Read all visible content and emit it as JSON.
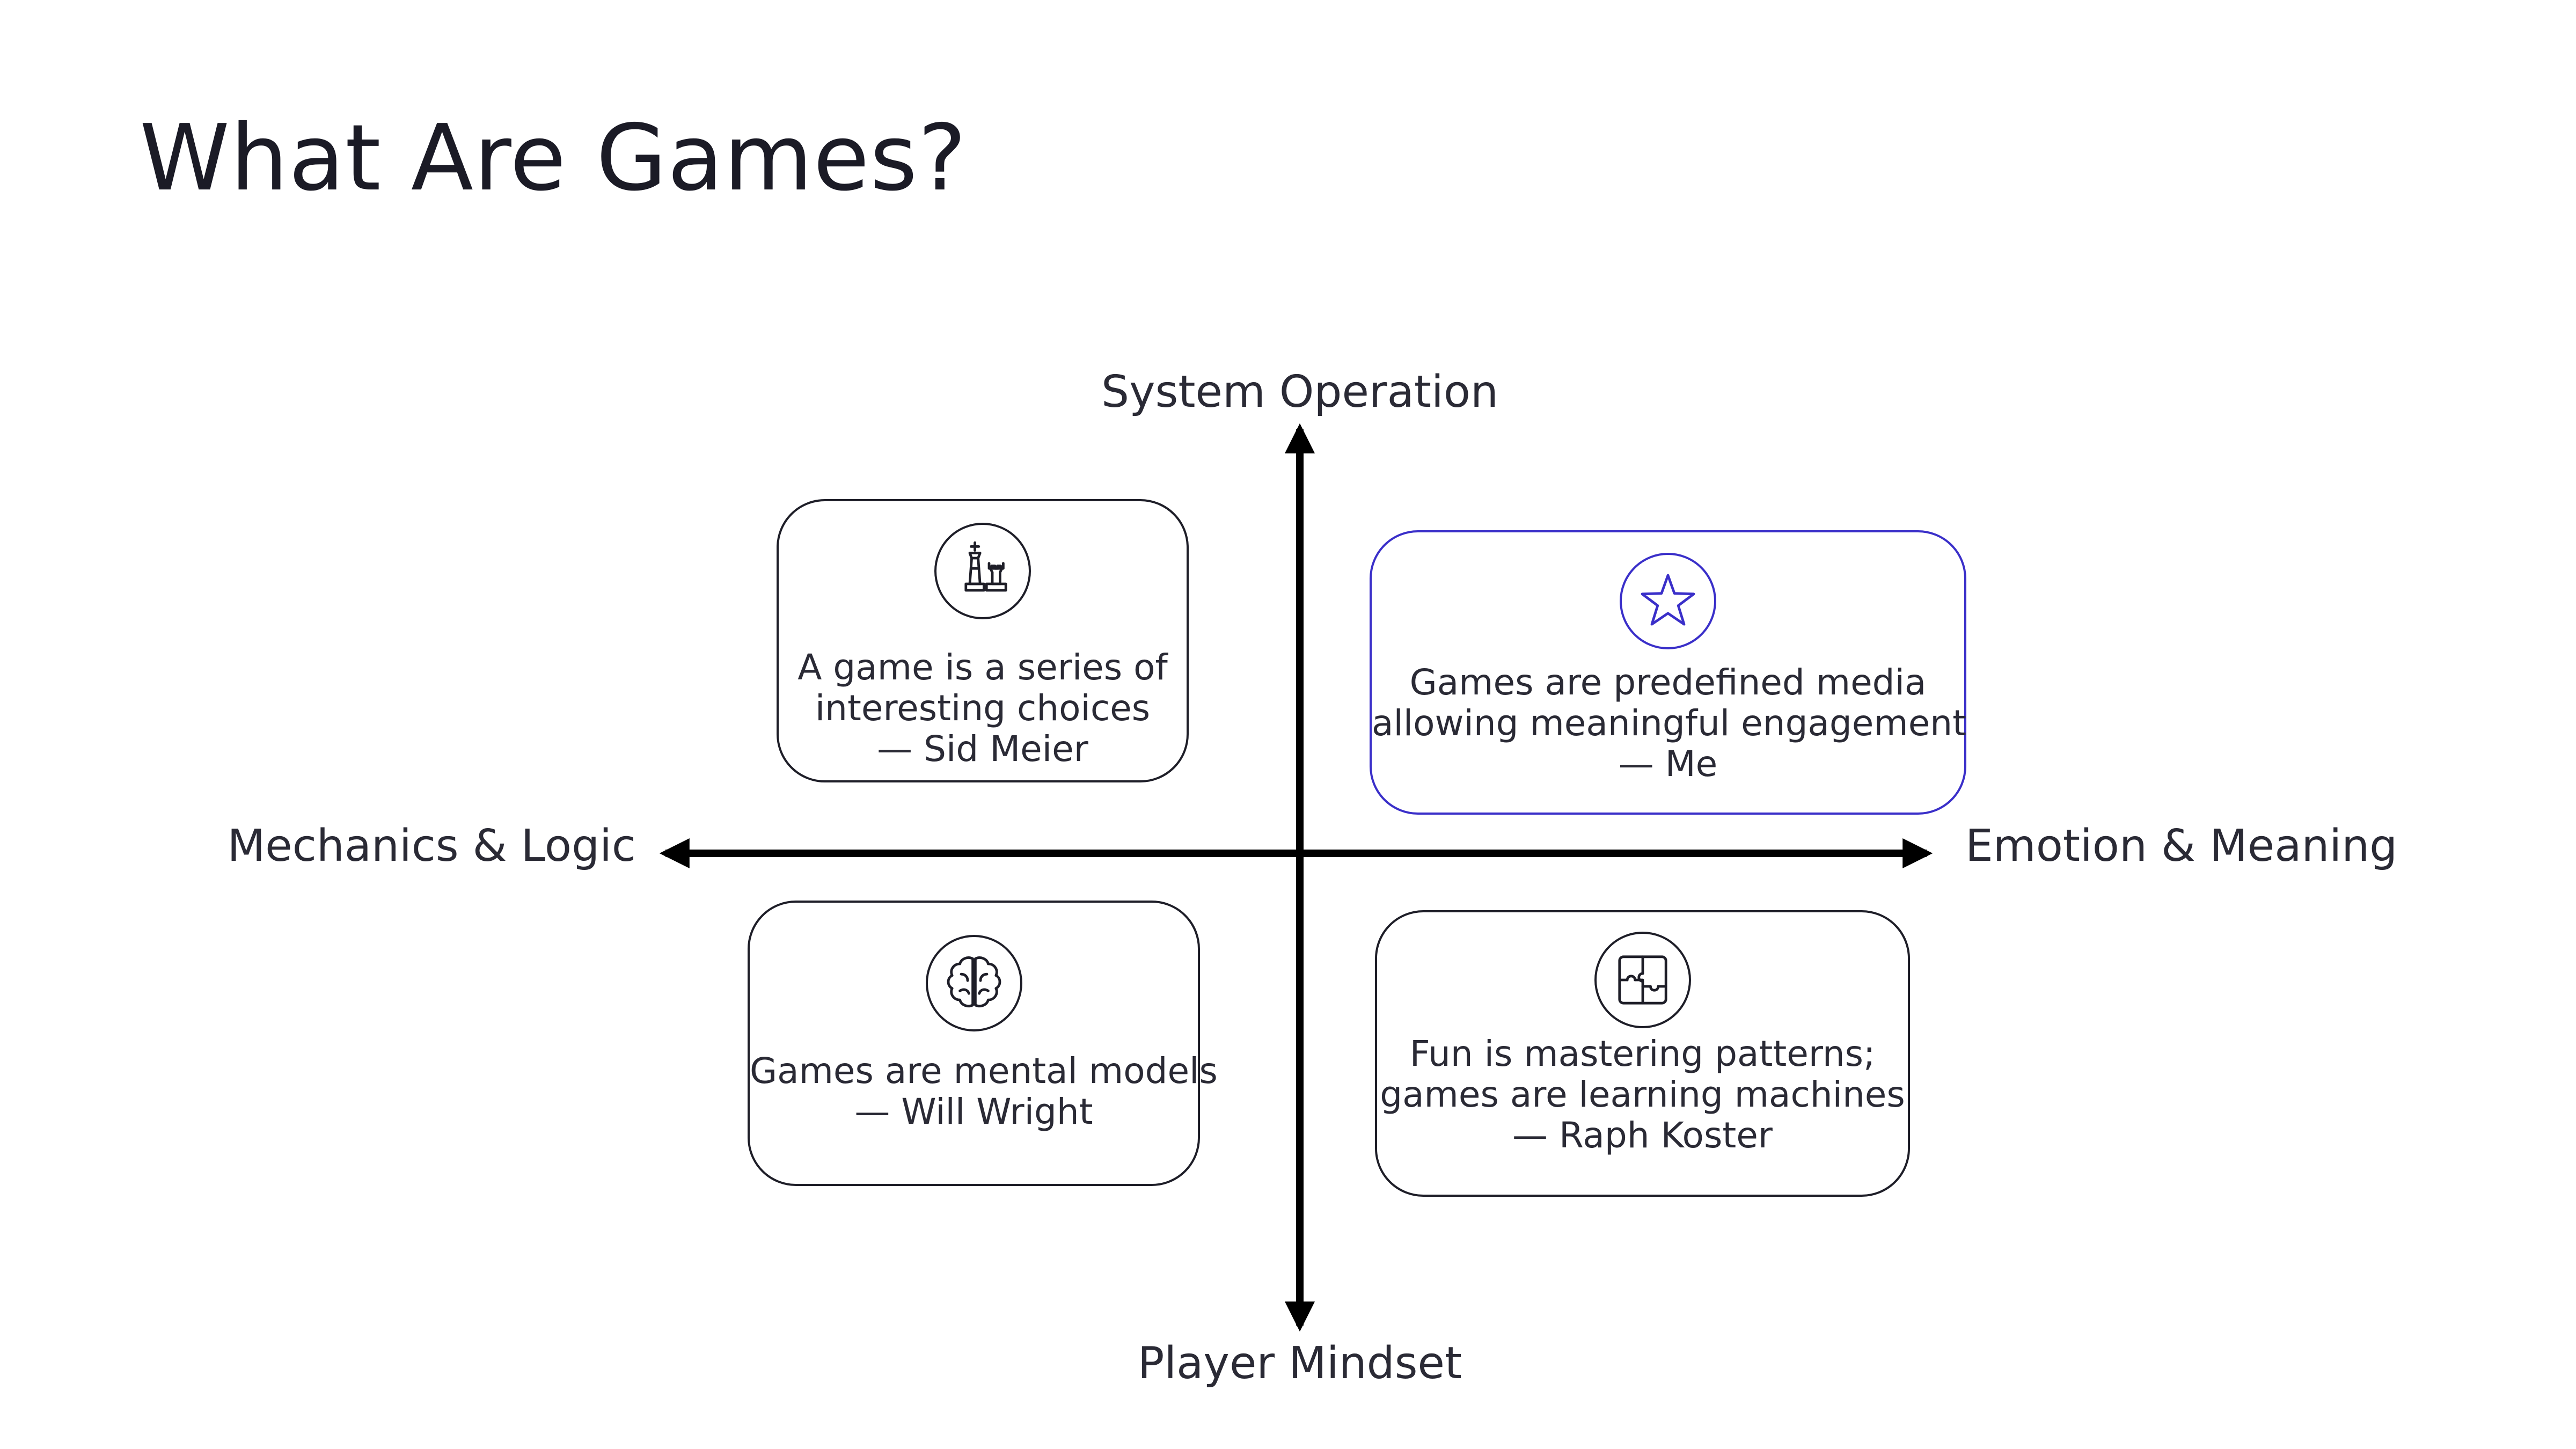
{
  "slide": {
    "title": "What Are Games?"
  },
  "axes": {
    "top": "System Operation",
    "bottom": "Player Mindset",
    "left": "Mechanics & Logic",
    "right": "Emotion & Meaning"
  },
  "quadrants": {
    "top_left": {
      "icon": "chess-pieces-icon",
      "lines": [
        "A game is a series of",
        "interesting choices",
        "— Sid Meier"
      ]
    },
    "top_right": {
      "icon": "star-icon",
      "lines": [
        "Games are predefined media",
        "allowing meaningful engagement",
        "— Me"
      ]
    },
    "bottom_left": {
      "icon": "brain-icon",
      "lines": [
        "Games are mental models",
        "— Will Wright"
      ]
    },
    "bottom_right": {
      "icon": "puzzle-icon",
      "lines": [
        "Fun is mastering patterns;",
        "games are learning machines",
        "— Raph Koster"
      ]
    }
  },
  "colors": {
    "text": "#1e1e28",
    "accent": "#3a2fc9",
    "background": "#ffffff"
  }
}
